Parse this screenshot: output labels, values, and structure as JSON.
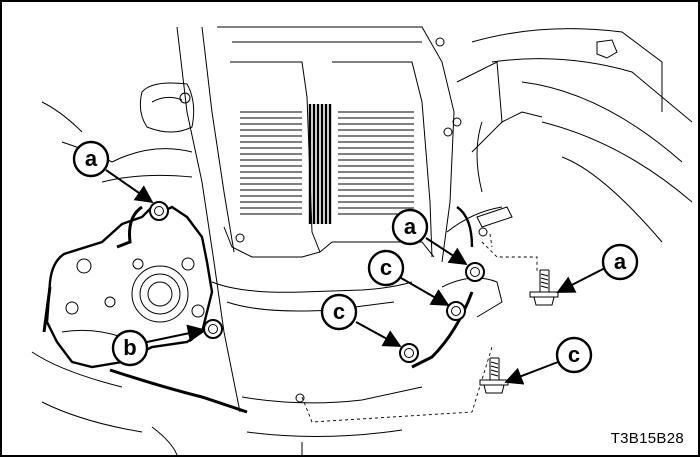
{
  "figure": {
    "code": "T3B15B28",
    "callouts": [
      {
        "id": "a1",
        "letter": "a"
      },
      {
        "id": "a2",
        "letter": "a"
      },
      {
        "id": "a3",
        "letter": "a"
      },
      {
        "id": "b1",
        "letter": "b"
      },
      {
        "id": "c1",
        "letter": "c"
      },
      {
        "id": "c2",
        "letter": "c"
      },
      {
        "id": "c3",
        "letter": "c"
      }
    ]
  },
  "colors": {
    "line": "#000000",
    "background": "#ffffff"
  }
}
